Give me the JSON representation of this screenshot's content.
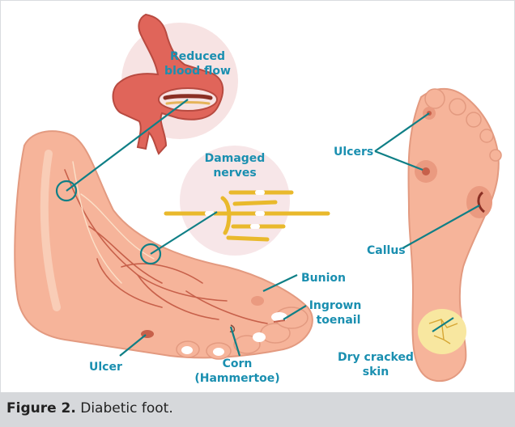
{
  "figure": {
    "labels": {
      "reduced_blood_flow_1": "Reduced",
      "reduced_blood_flow_2": "blood flow",
      "damaged_nerves_1": "Damaged",
      "damaged_nerves_2": "nerves",
      "ulcers": "Ulcers",
      "callus": "Callus",
      "bunion": "Bunion",
      "ingrown_toenail_1": "Ingrown",
      "ingrown_toenail_2": "toenail",
      "ulcer": "Ulcer",
      "corn_1": "Corn",
      "corn_2": "(Hammertoe)",
      "dry_cracked_skin_1": "Dry cracked",
      "dry_cracked_skin_2": "skin"
    },
    "colors": {
      "label": "#1a8fb0",
      "leader": "#0f7f86",
      "skin": "#f6b49a",
      "skin_shade": "#ea9a80",
      "vein": "#c7604a",
      "nerve": "#e9b92c",
      "vessel": "#e0655a",
      "caption_bg": "#d6d8db"
    }
  },
  "caption": {
    "number": "Figure 2.",
    "text": " Diabetic foot."
  }
}
